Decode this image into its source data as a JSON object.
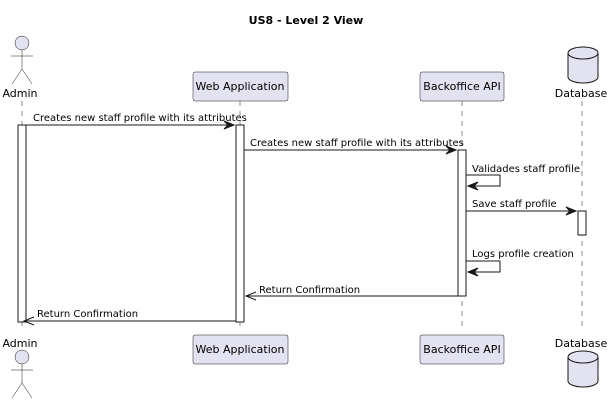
{
  "title": "US8 - Level 2 View",
  "participants": {
    "admin": "Admin",
    "web_app": "Web Application",
    "backoffice_api": "Backoffice API",
    "database": "Database"
  },
  "messages": {
    "m1": "Creates new staff profile with its attributes",
    "m2": "Creates new staff profile with its attributes",
    "m3": "Validades staff profile",
    "m4": "Save staff profile",
    "m5": "Logs profile creation",
    "m6": "Return Confirmation",
    "m7": "Return Confirmation"
  }
}
